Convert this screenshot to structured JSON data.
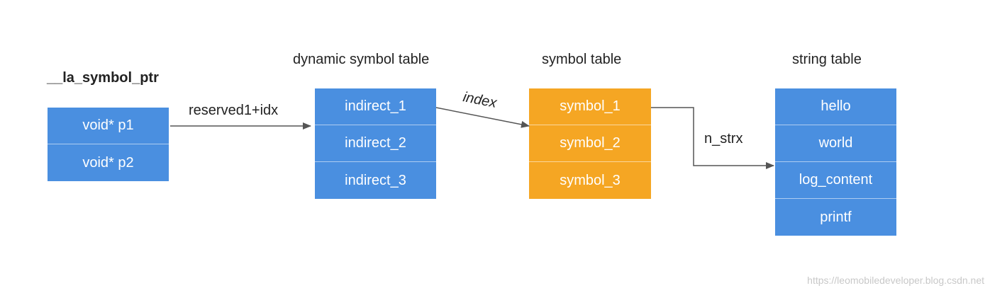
{
  "la_symbol_ptr": {
    "title": "__la_symbol_ptr",
    "rows": [
      "void* p1",
      "void* p2"
    ]
  },
  "dynamic_symbol_table": {
    "title": "dynamic symbol table",
    "rows": [
      "indirect_1",
      "indirect_2",
      "indirect_3"
    ]
  },
  "symbol_table": {
    "title": "symbol table",
    "rows": [
      "symbol_1",
      "symbol_2",
      "symbol_3"
    ]
  },
  "string_table": {
    "title": "string table",
    "rows": [
      "hello",
      "world",
      "log_content",
      "printf"
    ]
  },
  "edges": {
    "reserved": "reserved1+idx",
    "index": "index",
    "n_strx": "n_strx"
  },
  "watermark": "https://leomobiledeveloper.blog.csdn.net",
  "colors": {
    "blue": "#4a8fe0",
    "orange": "#f5a623",
    "arrow": "#555555"
  }
}
